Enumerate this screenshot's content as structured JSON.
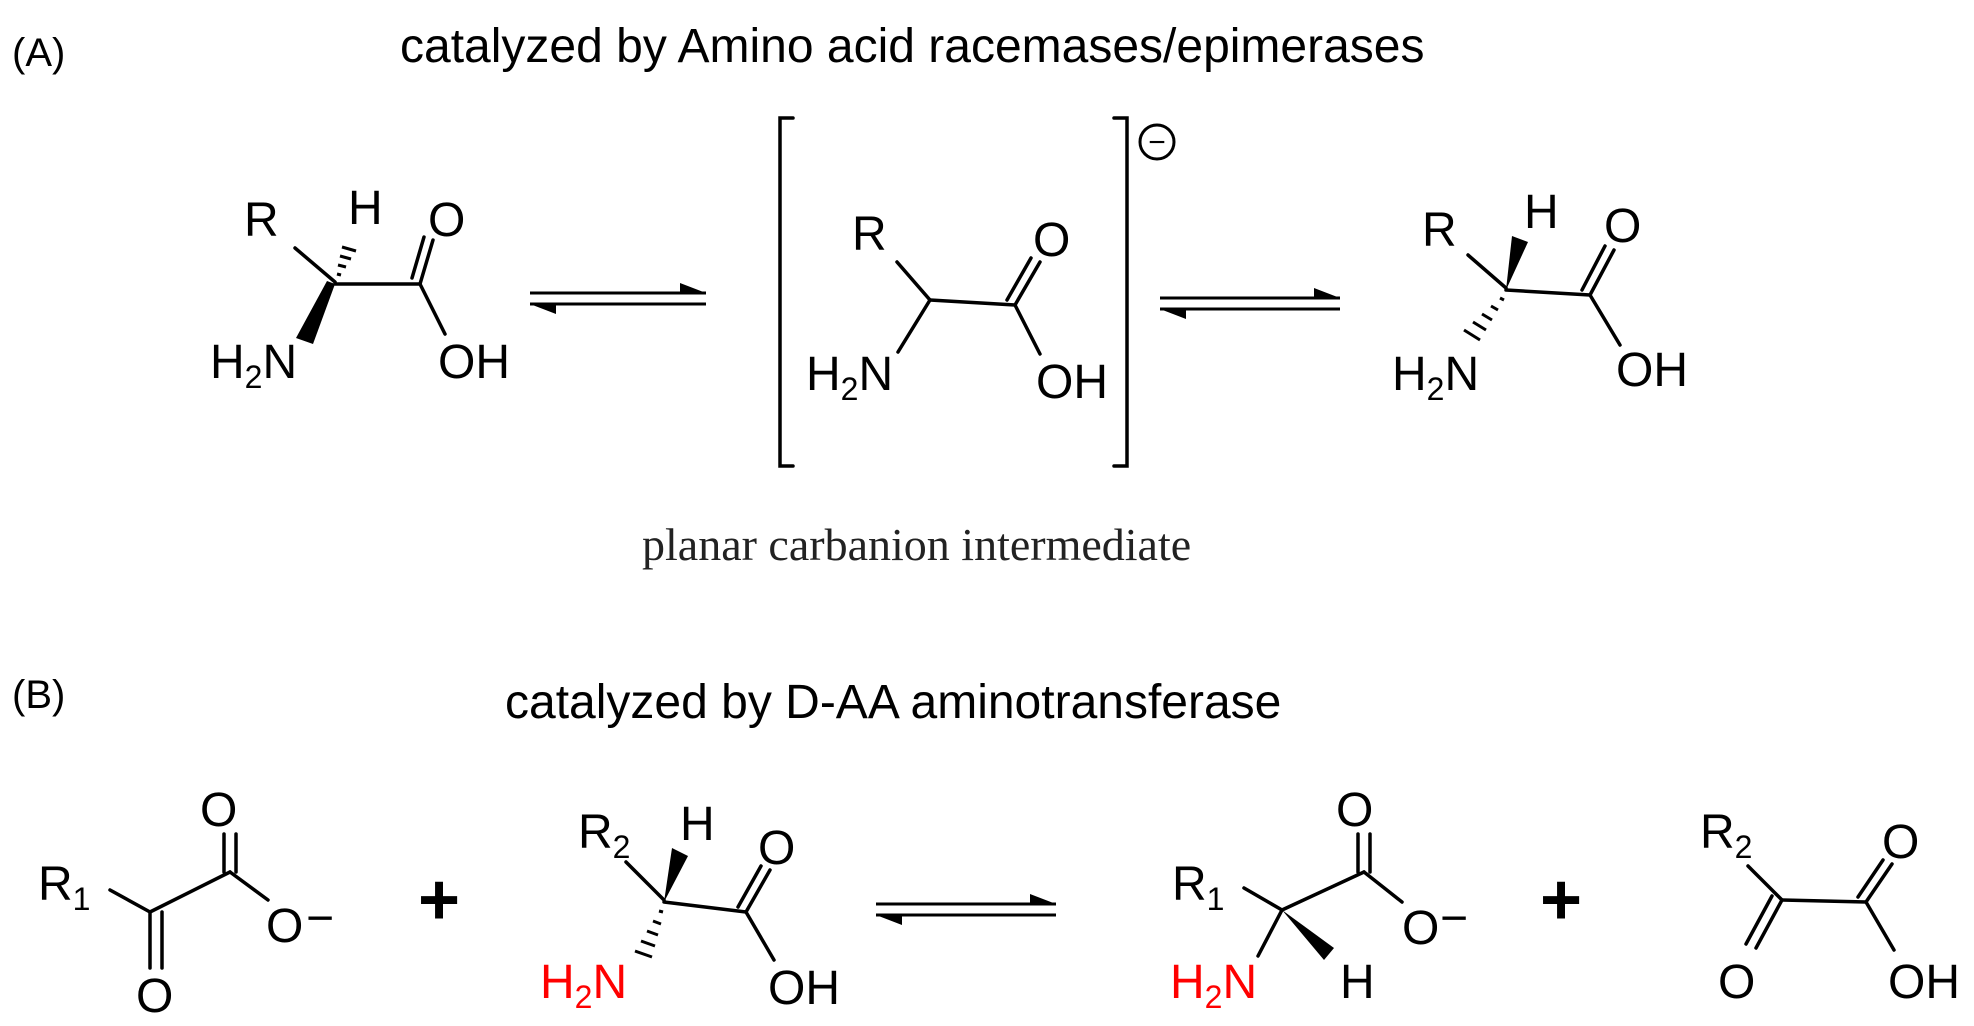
{
  "panel_a": {
    "label": "(A)",
    "title": "catalyzed by Amino acid racemases/epimerases",
    "caption": "planar carbanion intermediate",
    "charge": "−",
    "mol1": {
      "r": "R",
      "h": "H",
      "o": "O",
      "nh2_main": "H",
      "nh2_sub": "2",
      "nh2_n": "N",
      "oh": "OH"
    },
    "mol2": {
      "r": "R",
      "o": "O",
      "nh2_main": "H",
      "nh2_sub": "2",
      "nh2_n": "N",
      "oh": "OH"
    },
    "mol3": {
      "r": "R",
      "h": "H",
      "o": "O",
      "nh2_main": "H",
      "nh2_sub": "2",
      "nh2_n": "N",
      "oh": "OH"
    }
  },
  "panel_b": {
    "label": "(B)",
    "title": "catalyzed by D-AA aminotransferase",
    "plus": "+",
    "mol1": {
      "r_main": "R",
      "r_sub": "1",
      "o_top": "O",
      "o_bottom": "O",
      "o_minus": "O",
      "minus": "−"
    },
    "mol2": {
      "r_main": "R",
      "r_sub": "2",
      "h": "H",
      "o": "O",
      "nh2_main": "H",
      "nh2_sub": "2",
      "nh2_n": "N",
      "oh": "OH"
    },
    "mol3": {
      "r_main": "R",
      "r_sub": "1",
      "o": "O",
      "o_minus": "O",
      "minus": "−",
      "nh2_main": "H",
      "nh2_sub": "2",
      "nh2_n": "N",
      "h": "H"
    },
    "mol4": {
      "r_main": "R",
      "r_sub": "2",
      "o_top": "O",
      "o_bottom": "O",
      "oh": "OH"
    }
  },
  "colors": {
    "highlight": "#ff0000",
    "ink": "#000000"
  }
}
